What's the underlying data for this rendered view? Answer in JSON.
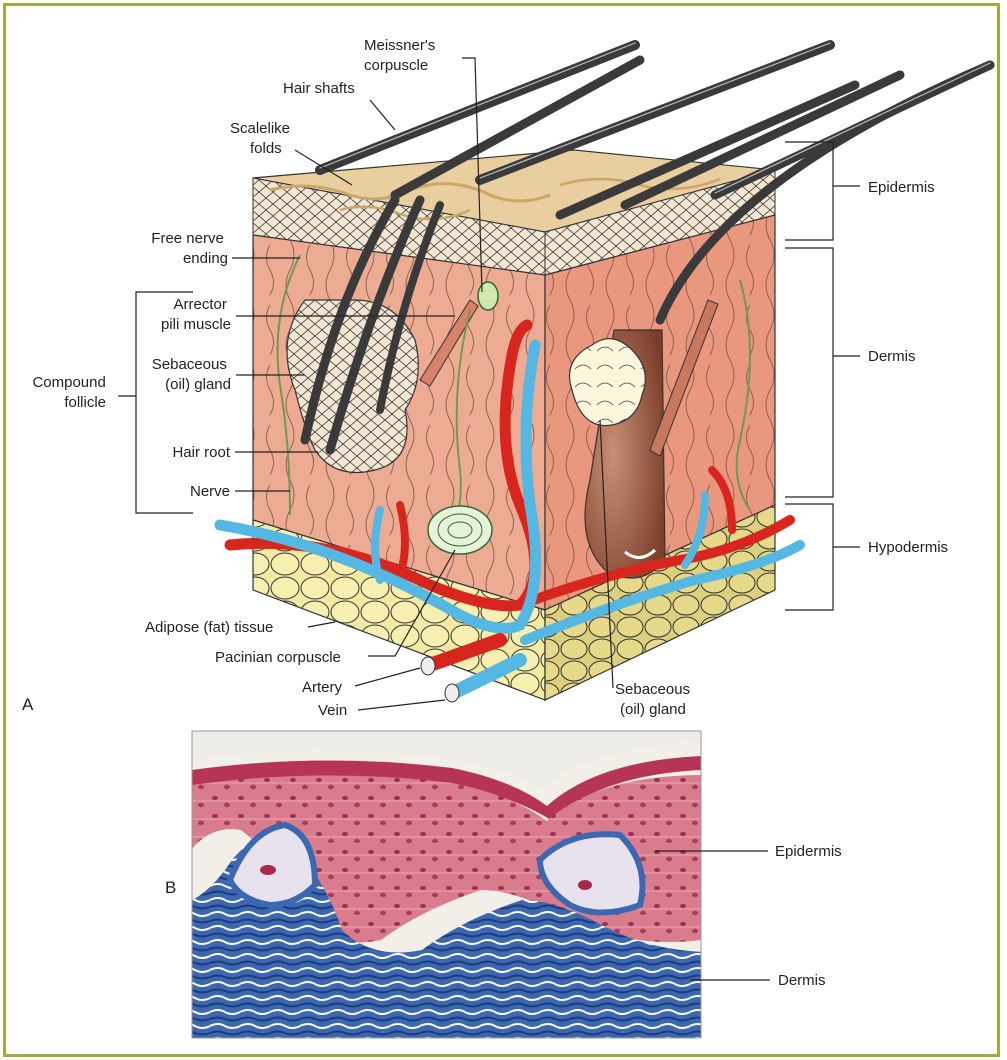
{
  "panel_a": {
    "letter": "A",
    "labels": {
      "meissners_corpuscle": [
        "Meissner's",
        "corpuscle"
      ],
      "hair_shafts": [
        "Hair shafts"
      ],
      "scalelike_folds": [
        "Scalelike",
        "folds"
      ],
      "free_nerve_ending": [
        "Free nerve",
        "ending"
      ],
      "arrector_pili_muscle": [
        "Arrector",
        "pili muscle"
      ],
      "sebaceous_gland_left": [
        "Sebaceous",
        "(oil) gland"
      ],
      "compound_follicle": [
        "Compound",
        "follicle"
      ],
      "hair_root": [
        "Hair root"
      ],
      "nerve": [
        "Nerve"
      ],
      "adipose_tissue": [
        "Adipose (fat) tissue"
      ],
      "pacinian_corpuscle": [
        "Pacinian corpuscle"
      ],
      "artery": [
        "Artery"
      ],
      "vein": [
        "Vein"
      ],
      "sebaceous_gland_right": [
        "Sebaceous",
        "(oil) gland"
      ],
      "epidermis": [
        "Epidermis"
      ],
      "dermis": [
        "Dermis"
      ],
      "hypodermis": [
        "Hypodermis"
      ]
    }
  },
  "panel_b": {
    "letter": "B",
    "labels": {
      "epidermis": [
        "Epidermis"
      ],
      "dermis": [
        "Dermis"
      ]
    }
  },
  "colors": {
    "frame": "#a8a83a",
    "epidermis": "#e9cfa0",
    "dermis": "#eeab93",
    "adipose": "#efe59a",
    "artery": "#d8261f",
    "vein": "#55b8e2",
    "hair": "#3a3a3a",
    "stain_pink": "#cf6b84",
    "stain_blue": "#2f5fa6"
  }
}
